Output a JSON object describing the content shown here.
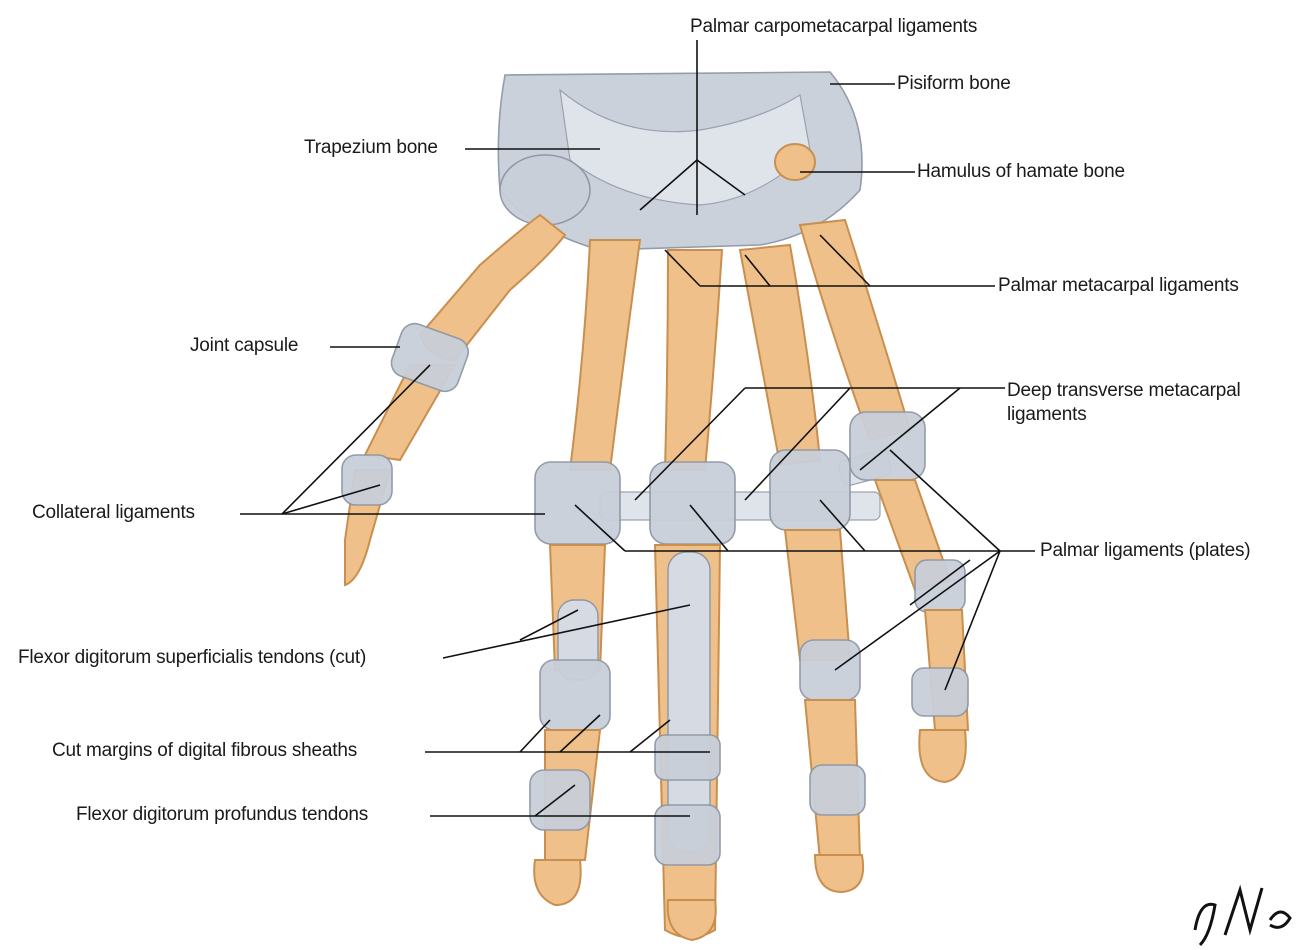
{
  "labels": {
    "palmar_carpometacarpal": "Palmar carpometacarpal ligaments",
    "pisiform": "Pisiform bone",
    "trapezium": "Trapezium bone",
    "hamulus": "Hamulus of hamate bone",
    "palmar_metacarpal": "Palmar metacarpal ligaments",
    "joint_capsule": "Joint capsule",
    "deep_transverse_line1": "Deep transverse metacarpal",
    "deep_transverse_line2": "ligaments",
    "collateral": "Collateral ligaments",
    "palmar_plates": "Palmar ligaments (plates)",
    "fds": "Flexor digitorum superficialis tendons (cut)",
    "cut_margins": "Cut margins of digital fibrous sheaths",
    "fdp": "Flexor digitorum profundus tendons"
  },
  "colors": {
    "bone": "#efc089",
    "ligament": "#c9cfd9",
    "leader": "#111111"
  }
}
